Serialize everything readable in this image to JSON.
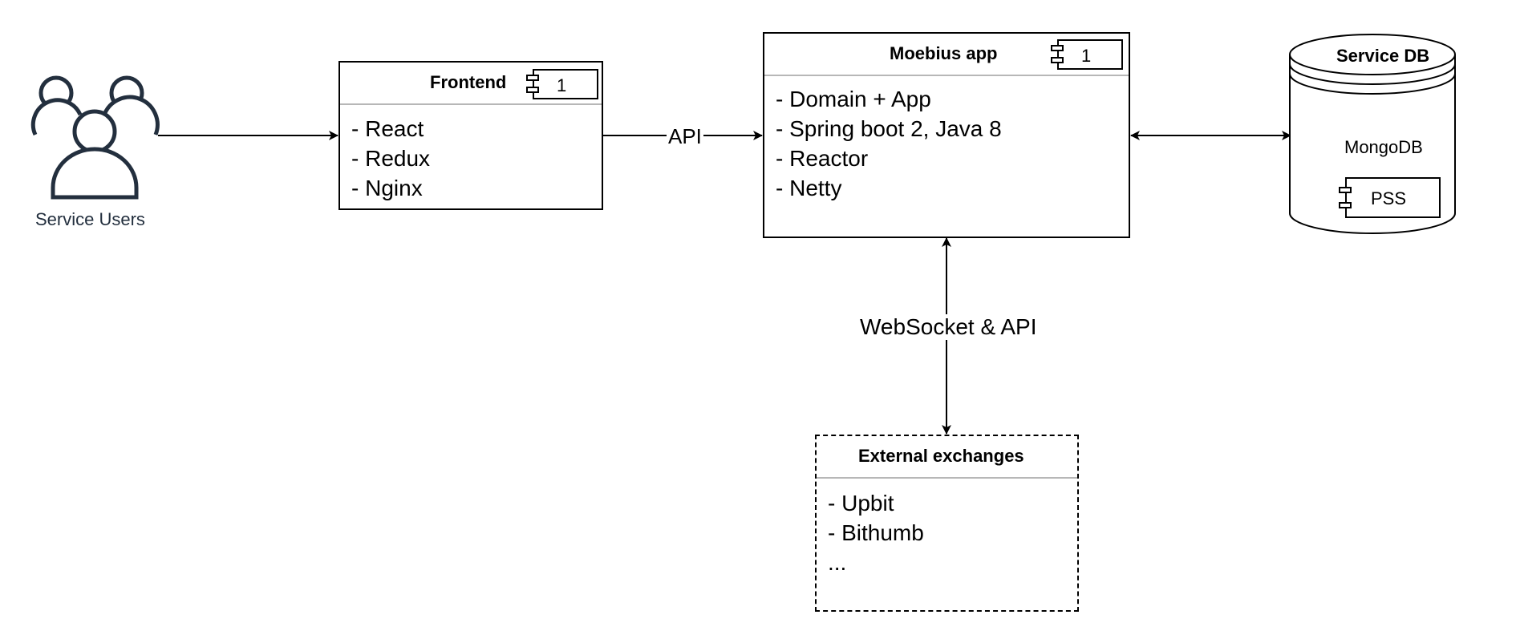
{
  "actors": {
    "label": "Service Users",
    "icon": "users-icon"
  },
  "frontend": {
    "title": "Frontend",
    "instance": "1",
    "items": [
      "- React",
      "- Redux",
      "- Nginx"
    ]
  },
  "moebius": {
    "title": "Moebius app",
    "instance": "1",
    "items": [
      "- Domain + App",
      "- Spring boot 2, Java 8",
      "- Reactor",
      "- Netty"
    ]
  },
  "service_db": {
    "title": "Service DB",
    "engine": "MongoDB",
    "component": "PSS"
  },
  "external": {
    "title": "External exchanges",
    "items": [
      "- Upbit",
      "- Bithumb",
      "..."
    ]
  },
  "edges": {
    "frontend_to_app": "API",
    "app_to_external": "WebSocket & API"
  },
  "colors": {
    "stroke": "#000000",
    "actor": "#232f3e",
    "divider": "#b7b7b7",
    "text_muted": "#232f3e"
  }
}
